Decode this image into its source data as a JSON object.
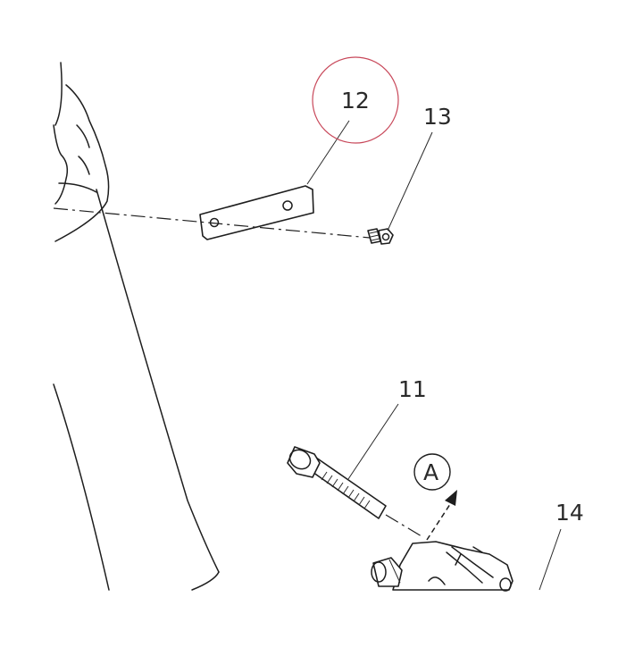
{
  "labels": {
    "part_11": "11",
    "part_12": "12",
    "part_13": "13",
    "part_14": "14",
    "detail_a": "A"
  },
  "colors": {
    "line": "#1e1e1e",
    "highlight_circle": "#c8485a",
    "background": "#ffffff"
  }
}
